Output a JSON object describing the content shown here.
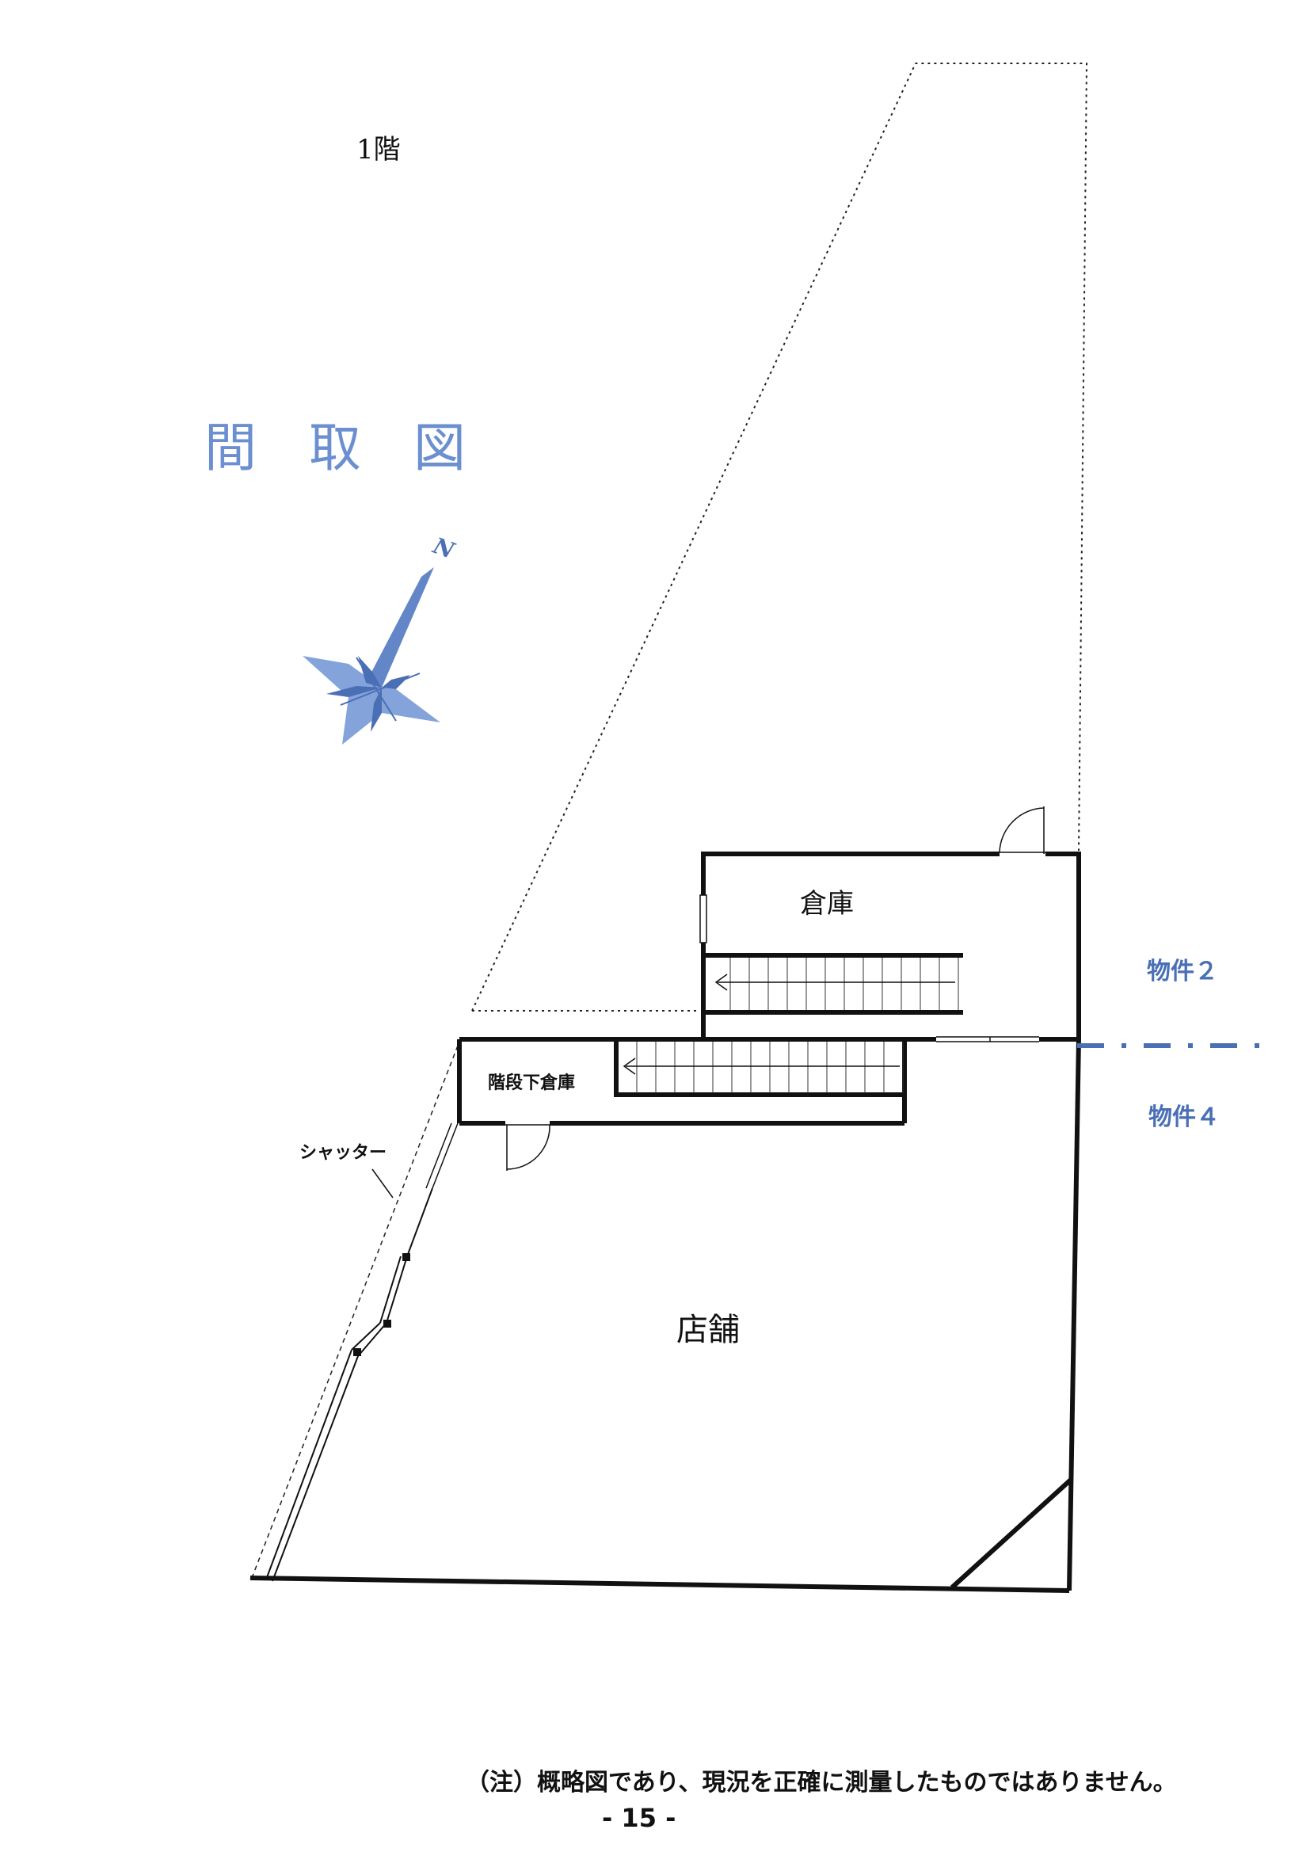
{
  "floor_label": "1階",
  "title": "間　取　図",
  "compass": {
    "north_label": "N",
    "color": "#4a6fb5"
  },
  "rooms": {
    "storage": "倉庫",
    "under_stairs_storage": "階段下倉庫",
    "shop": "店舗"
  },
  "shutter_label": "シャッター",
  "property_labels": {
    "upper": "物件２",
    "lower": "物件４"
  },
  "colors": {
    "accent_blue": "#4a6fb5",
    "title_blue": "#6b8fd0",
    "wall": "#111111"
  },
  "footer": {
    "note": "（注）概略図であり、現況を正確に測量したものではありません。",
    "page_number": "- 15 -"
  }
}
